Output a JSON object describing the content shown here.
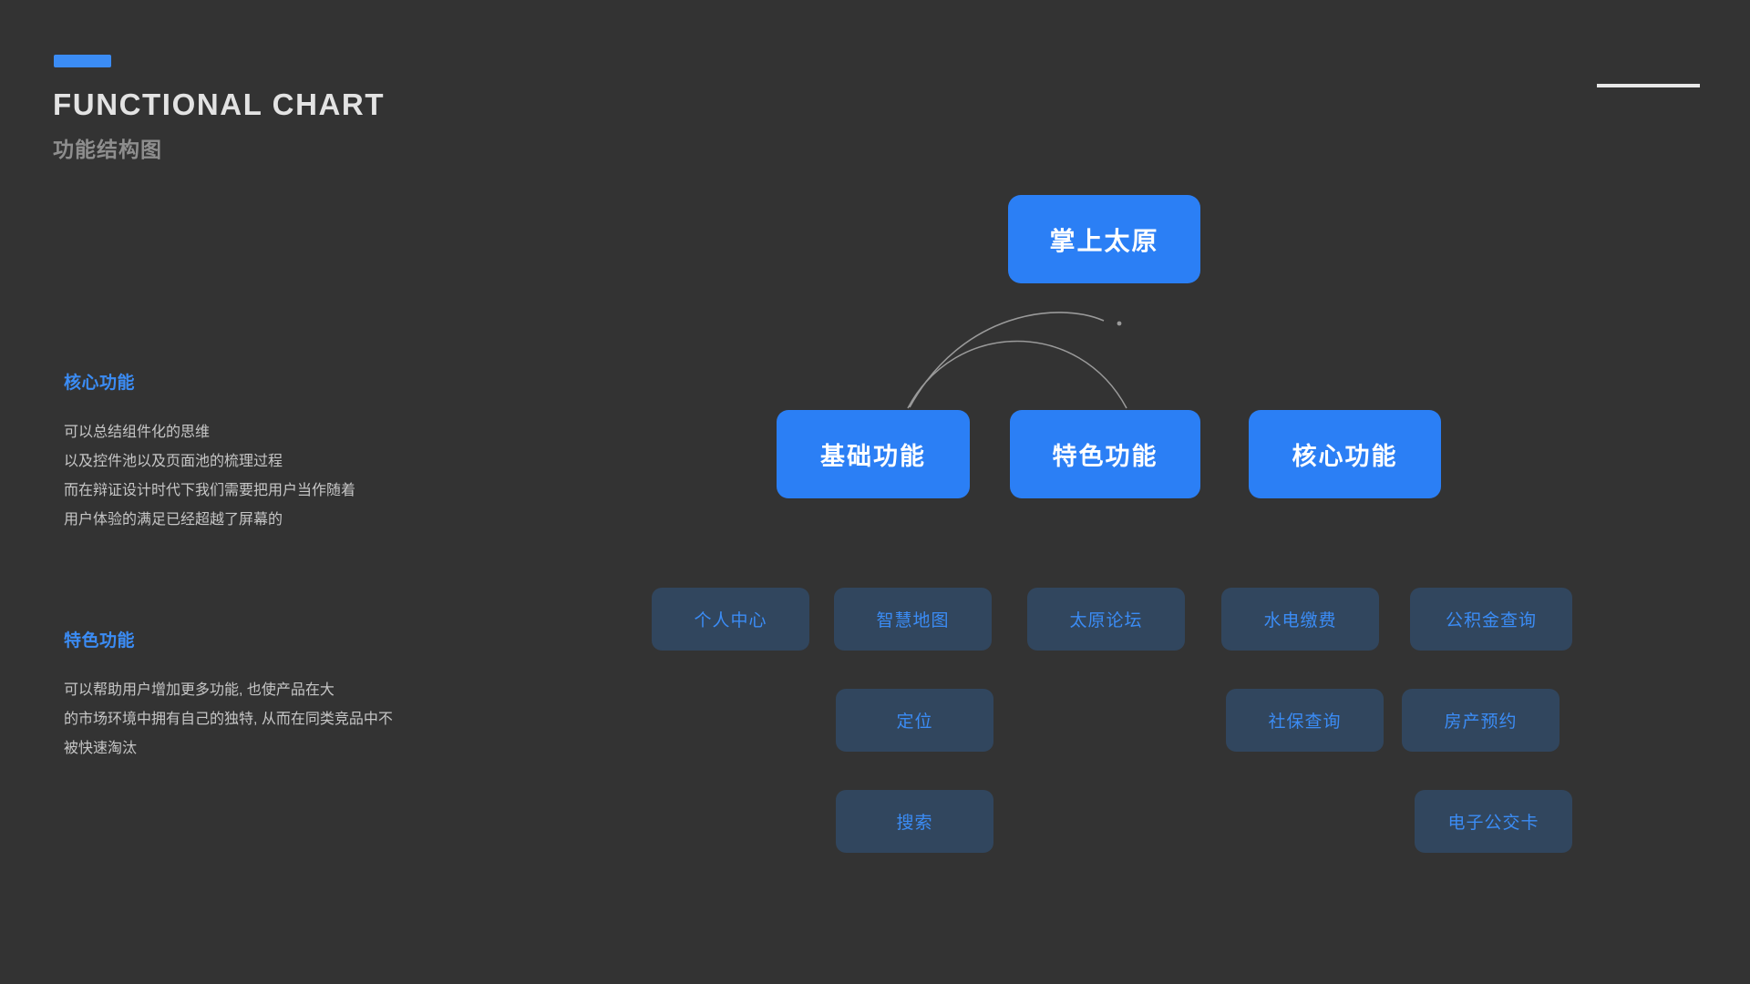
{
  "header": {
    "title_en": "FUNCTIONAL CHART",
    "title_cn": "功能结构图",
    "accent_color": "#3b8cf5",
    "rule_color": "#e8e8e8"
  },
  "legends": [
    {
      "title": "核心功能",
      "lines": [
        "可以总结组件化的思维",
        "以及控件池以及页面池的梳理过程",
        "而在辩证设计时代下我们需要把用户当作随着",
        "用户体验的满足已经超越了屏幕的"
      ]
    },
    {
      "title": "特色功能",
      "lines": [
        "可以帮助用户增加更多功能, 也使产品在大",
        "的市场环境中拥有自己的独特, 从而在同类竞品中不",
        "被快速淘汰"
      ]
    }
  ],
  "chart_data": {
    "type": "diagram",
    "title": "FUNCTIONAL CHART",
    "subtitle": "功能结构图",
    "root": {
      "label": "掌上太原"
    },
    "branches": [
      {
        "label": "基础功能",
        "children": [
          "个人中心",
          "定位",
          "搜索"
        ]
      },
      {
        "label": "特色功能",
        "children": [
          "智慧地图",
          "太原论坛"
        ]
      },
      {
        "label": "核心功能",
        "children": [
          "水电缴费",
          "公积金查询",
          "社保查询",
          "房产预约",
          "电子公交卡"
        ]
      }
    ],
    "leaf_rows": [
      [
        "个人中心",
        "智慧地图",
        "太原论坛",
        "水电缴费",
        "公积金查询"
      ],
      [
        "定位",
        "社保查询",
        "房产预约"
      ],
      [
        "搜索",
        "电子公交卡"
      ]
    ],
    "colors": {
      "background": "#333333",
      "node_primary": "#2b7ff5",
      "node_leaf_bg": "#31465e",
      "node_leaf_text": "#3b8cf5",
      "connector": "#9a9a9a"
    }
  },
  "nodes": {
    "root": "掌上太原",
    "branch_1": "基础功能",
    "branch_2": "特色功能",
    "branch_3": "核心功能",
    "leaf_1": "个人中心",
    "leaf_2": "智慧地图",
    "leaf_3": "太原论坛",
    "leaf_4": "水电缴费",
    "leaf_5": "公积金查询",
    "leaf_6": "定位",
    "leaf_7": "社保查询",
    "leaf_8": "房产预约",
    "leaf_9": "搜索",
    "leaf_10": "电子公交卡"
  }
}
